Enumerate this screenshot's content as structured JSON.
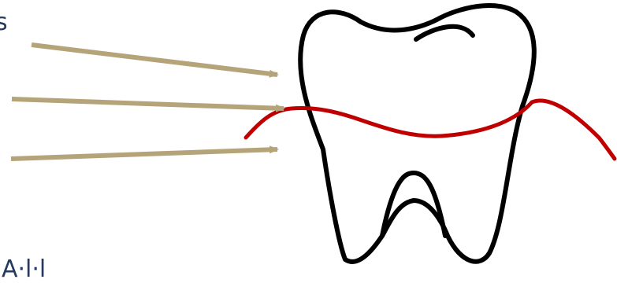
{
  "labels": {
    "top_fragment": "s",
    "bottom_fragment": "A·l·l"
  },
  "colors": {
    "label_text": "#243a5e",
    "arrow": "#b5a47a",
    "floss": "#c00000",
    "tooth_outline": "#000000",
    "background": "#ffffff"
  },
  "icons": {
    "tooth": "tooth-outline-icon",
    "floss": "dental-floss-line"
  }
}
